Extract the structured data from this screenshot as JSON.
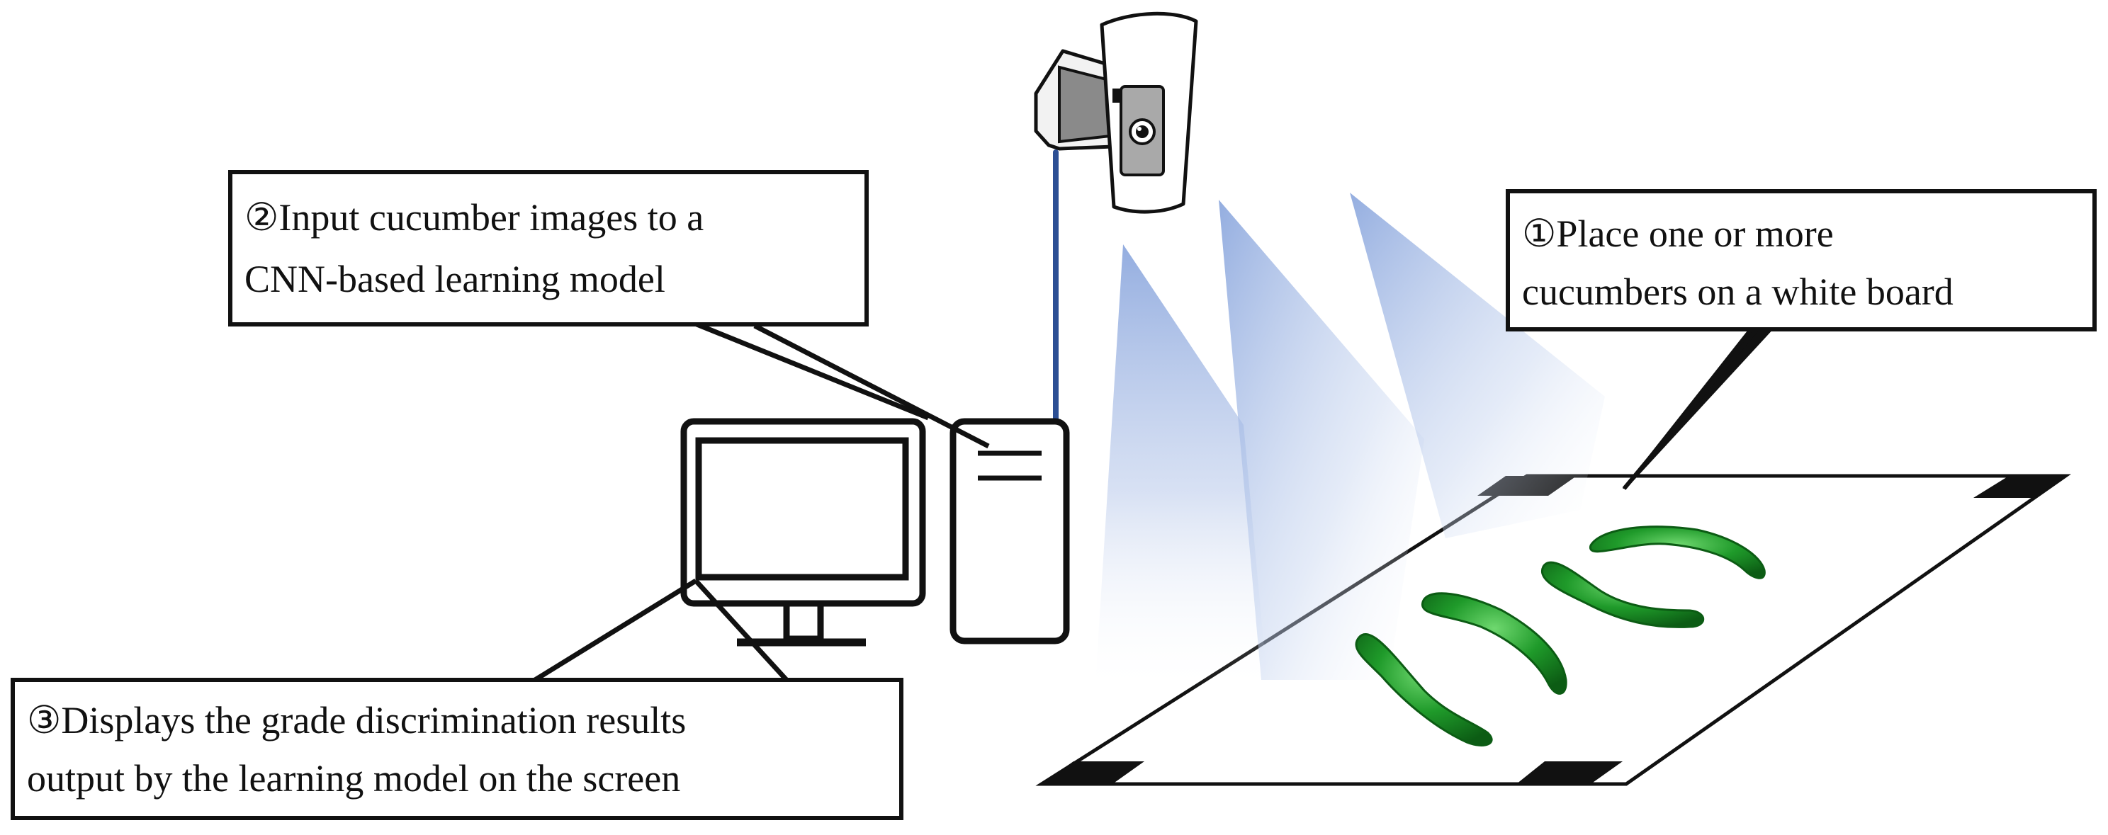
{
  "callouts": {
    "step1": {
      "line1": "①Place one or more",
      "line2": "cucumbers on a white board"
    },
    "step2": {
      "line1": "②Input cucumber images to a",
      "line2": "CNN-based learning model"
    },
    "step3": {
      "line1": "③Displays the grade discrimination results",
      "line2": "output by the learning model on the screen"
    }
  },
  "colors": {
    "cable": "#2c4f94",
    "cucumber": "#1f9a2a",
    "cucumber_dark": "#0c5c14",
    "light_beam": "#8ea9de",
    "outline": "#111111"
  },
  "icons": {
    "camera": "camera-icon",
    "computer_tower": "computer-tower-icon",
    "monitor": "monitor-icon"
  }
}
